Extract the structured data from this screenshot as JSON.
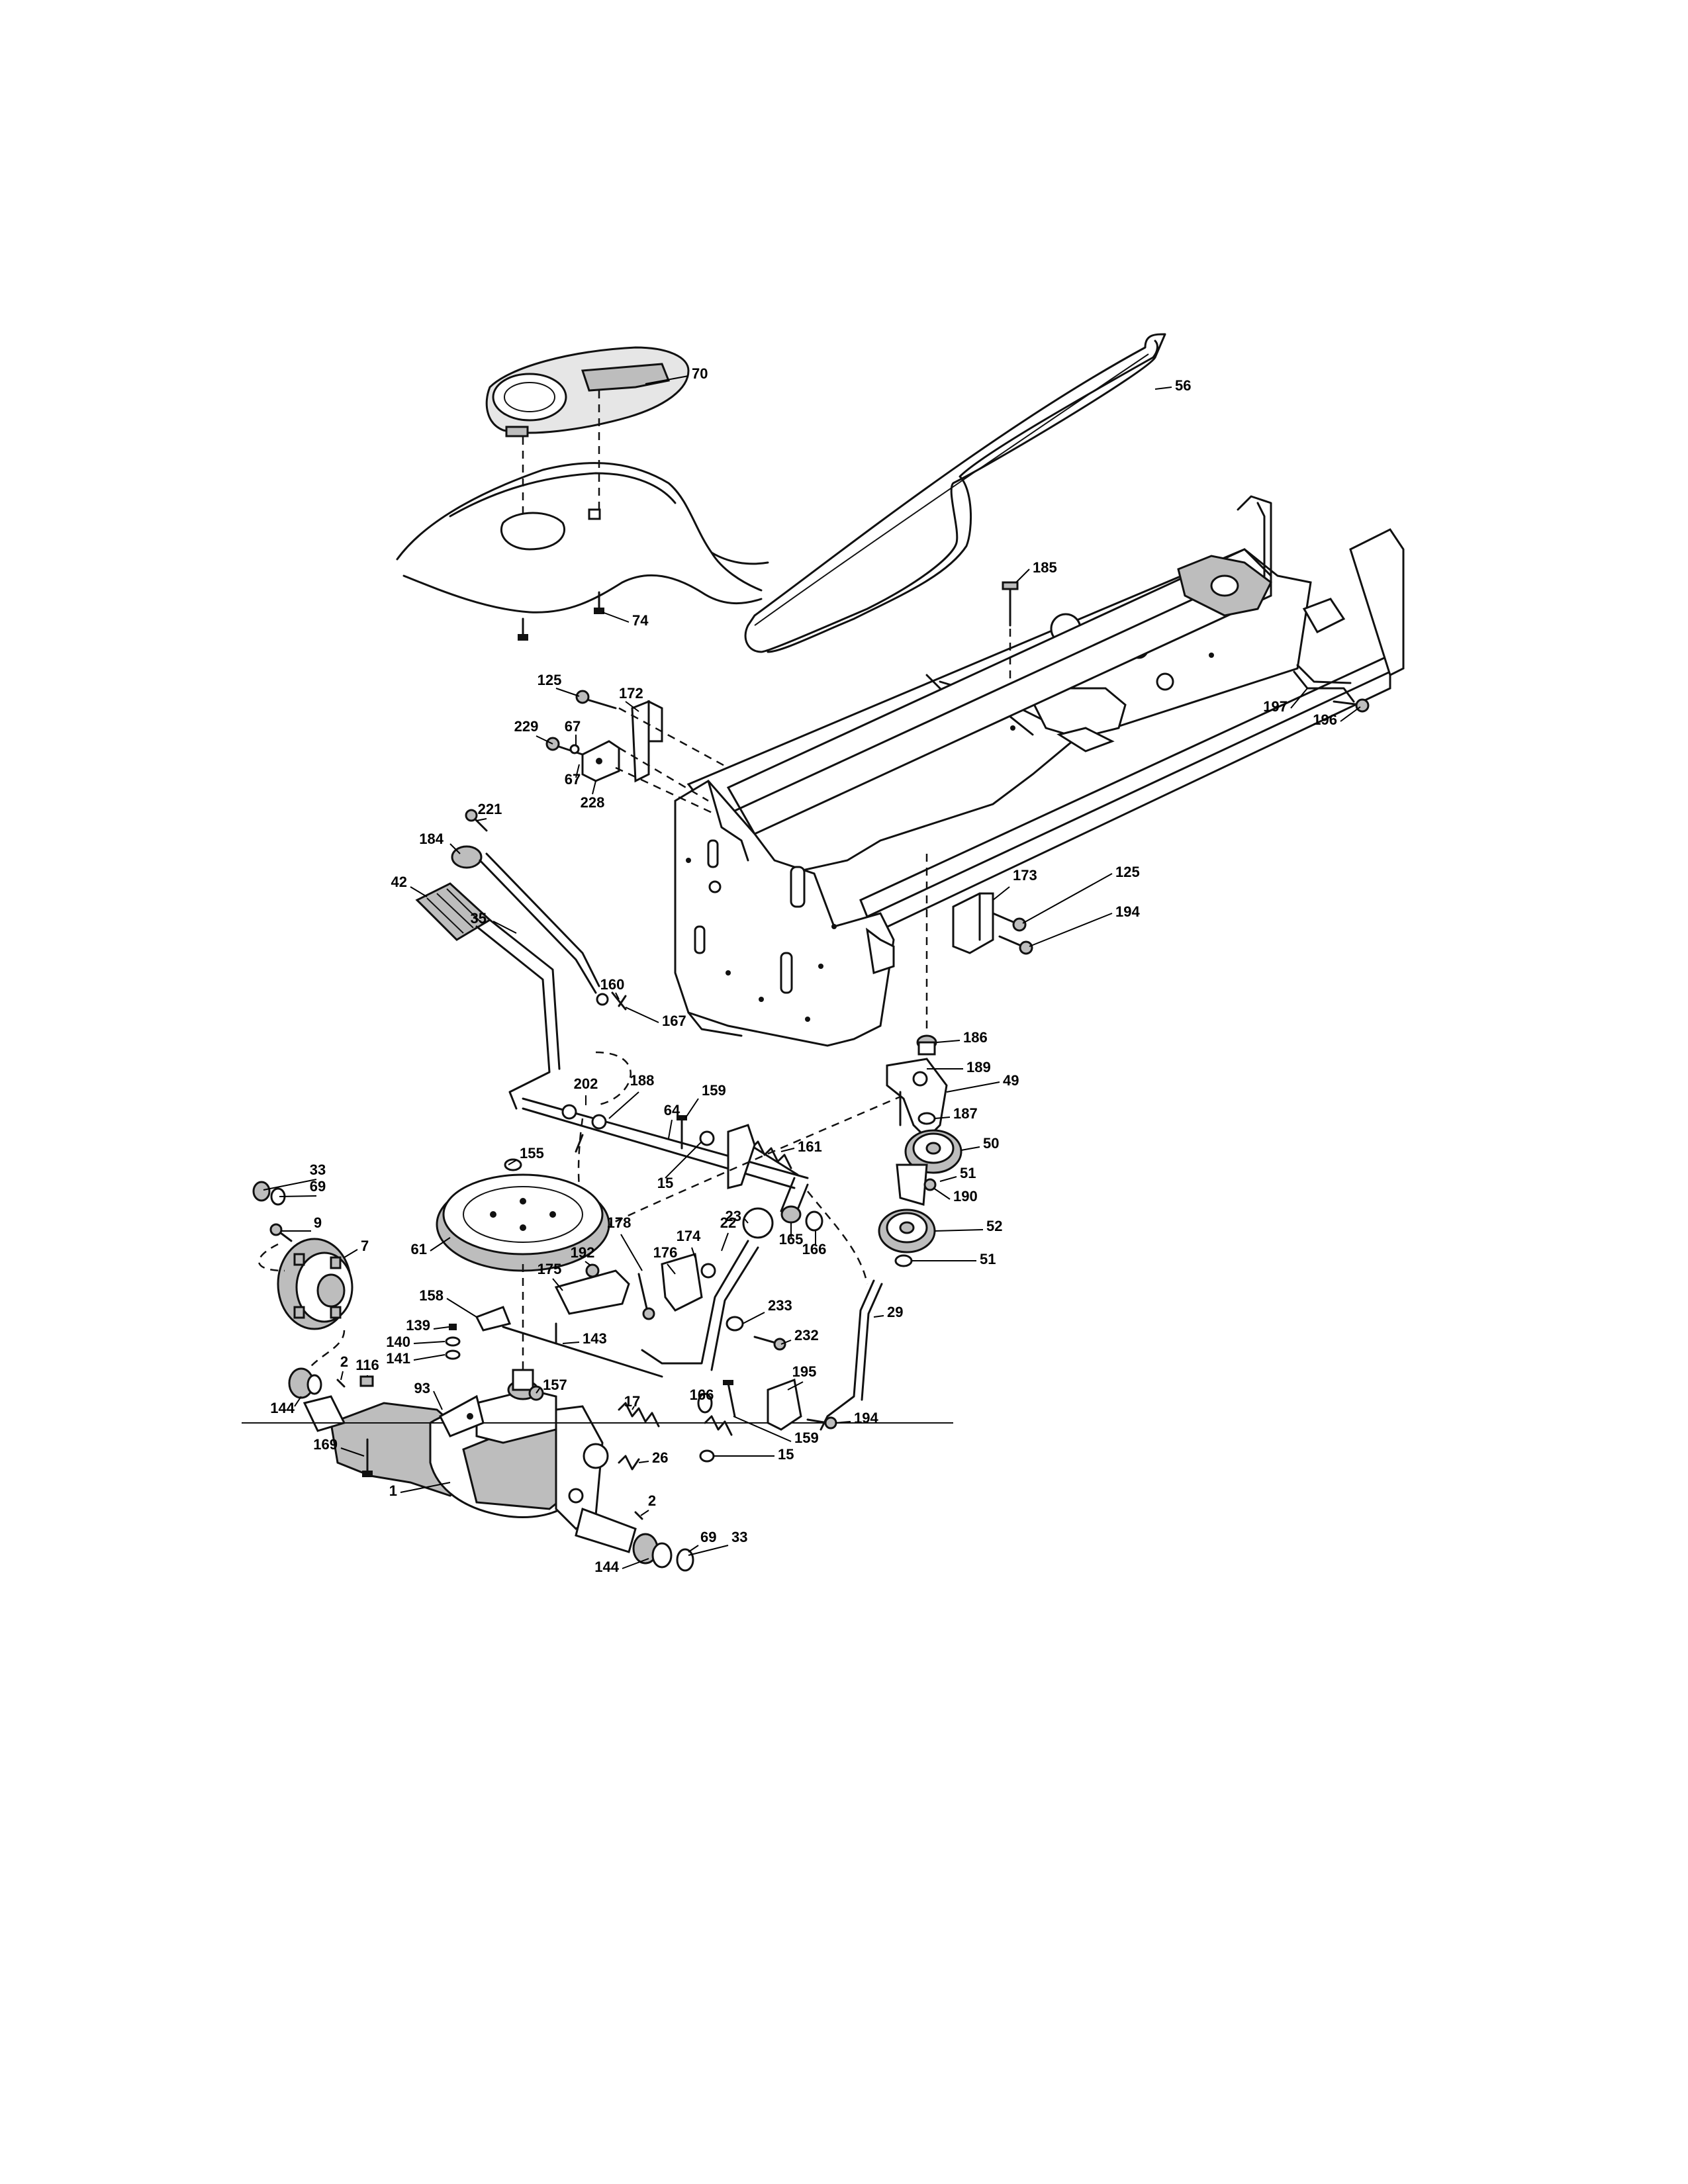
{
  "diagram": {
    "callouts": [
      {
        "label": "70"
      },
      {
        "label": "56"
      },
      {
        "label": "185"
      },
      {
        "label": "74"
      },
      {
        "label": "125"
      },
      {
        "label": "172"
      },
      {
        "label": "67"
      },
      {
        "label": "229"
      },
      {
        "label": "67"
      },
      {
        "label": "228"
      },
      {
        "label": "197"
      },
      {
        "label": "196"
      },
      {
        "label": "221"
      },
      {
        "label": "184"
      },
      {
        "label": "42"
      },
      {
        "label": "35"
      },
      {
        "label": "173"
      },
      {
        "label": "125"
      },
      {
        "label": "194"
      },
      {
        "label": "160"
      },
      {
        "label": "167"
      },
      {
        "label": "186"
      },
      {
        "label": "202"
      },
      {
        "label": "188"
      },
      {
        "label": "159"
      },
      {
        "label": "189"
      },
      {
        "label": "49"
      },
      {
        "label": "64"
      },
      {
        "label": "187"
      },
      {
        "label": "161"
      },
      {
        "label": "50"
      },
      {
        "label": "33"
      },
      {
        "label": "155"
      },
      {
        "label": "69"
      },
      {
        "label": "15"
      },
      {
        "label": "51"
      },
      {
        "label": "190"
      },
      {
        "label": "23"
      },
      {
        "label": "165"
      },
      {
        "label": "166"
      },
      {
        "label": "9"
      },
      {
        "label": "52"
      },
      {
        "label": "7"
      },
      {
        "label": "178"
      },
      {
        "label": "22"
      },
      {
        "label": "174"
      },
      {
        "label": "51"
      },
      {
        "label": "61"
      },
      {
        "label": "192"
      },
      {
        "label": "176"
      },
      {
        "label": "175"
      },
      {
        "label": "158"
      },
      {
        "label": "233"
      },
      {
        "label": "29"
      },
      {
        "label": "139"
      },
      {
        "label": "140"
      },
      {
        "label": "232"
      },
      {
        "label": "143"
      },
      {
        "label": "141"
      },
      {
        "label": "2"
      },
      {
        "label": "116"
      },
      {
        "label": "93"
      },
      {
        "label": "157"
      },
      {
        "label": "195"
      },
      {
        "label": "144"
      },
      {
        "label": "166"
      },
      {
        "label": "194"
      },
      {
        "label": "17"
      },
      {
        "label": "169"
      },
      {
        "label": "159"
      },
      {
        "label": "26"
      },
      {
        "label": "15"
      },
      {
        "label": "1"
      },
      {
        "label": "2"
      },
      {
        "label": "69"
      },
      {
        "label": "33"
      },
      {
        "label": "144"
      }
    ]
  }
}
